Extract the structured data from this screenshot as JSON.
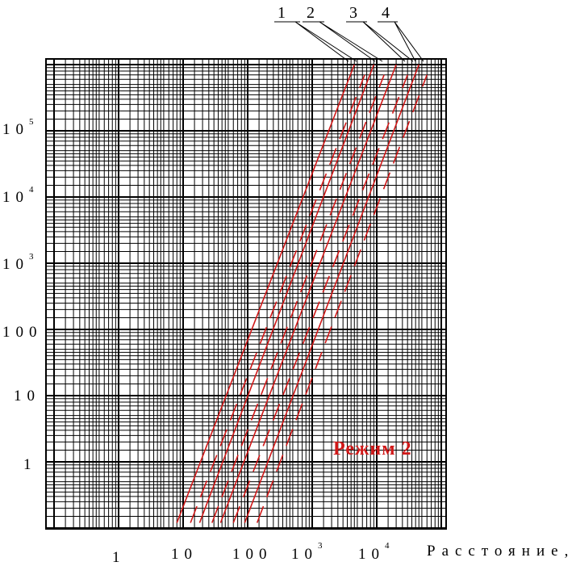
{
  "chart_data": {
    "type": "line",
    "title": "",
    "xlabel": "Расстояние, м",
    "ylabel": "",
    "x_scale": "log",
    "y_scale": "log",
    "grid": true,
    "x_ticks": [
      {
        "base": "1",
        "exp": ""
      },
      {
        "base": "10",
        "exp": ""
      },
      {
        "base": "100",
        "exp": ""
      },
      {
        "base": "10",
        "exp": "3"
      },
      {
        "base": "10",
        "exp": "4"
      }
    ],
    "y_ticks": [
      {
        "base": "10",
        "exp": "5"
      },
      {
        "base": "10",
        "exp": "4"
      },
      {
        "base": "10",
        "exp": "3"
      },
      {
        "base": "100",
        "exp": ""
      },
      {
        "base": "10",
        "exp": ""
      },
      {
        "base": "1",
        "exp": ""
      }
    ],
    "curve_labels": [
      "1",
      "2",
      "3",
      "4"
    ],
    "annotation": "Режим 2",
    "line_color": "#d01818",
    "series": [
      {
        "name": "1",
        "style": "solid",
        "points": [
          [
            8,
            0.12
          ],
          [
            4500,
            1000000
          ]
        ]
      },
      {
        "name": "",
        "style": "dashed",
        "points": [
          [
            13,
            0.12
          ],
          [
            6500,
            700000
          ]
        ]
      },
      {
        "name": "2",
        "style": "solid",
        "points": [
          [
            18,
            0.12
          ],
          [
            9000,
            1000000
          ]
        ]
      },
      {
        "name": "",
        "style": "dashed",
        "points": [
          [
            28,
            0.12
          ],
          [
            13000,
            700000
          ]
        ]
      },
      {
        "name": "3",
        "style": "solid",
        "points": [
          [
            38,
            0.12
          ],
          [
            20000,
            1000000
          ]
        ]
      },
      {
        "name": "",
        "style": "dashed",
        "points": [
          [
            60,
            0.12
          ],
          [
            30000,
            700000
          ]
        ]
      },
      {
        "name": "4",
        "style": "solid",
        "points": [
          [
            90,
            0.12
          ],
          [
            45000,
            1000000
          ]
        ]
      },
      {
        "name": "",
        "style": "dashed",
        "points": [
          [
            140,
            0.12
          ],
          [
            60000,
            700000
          ]
        ]
      }
    ]
  }
}
